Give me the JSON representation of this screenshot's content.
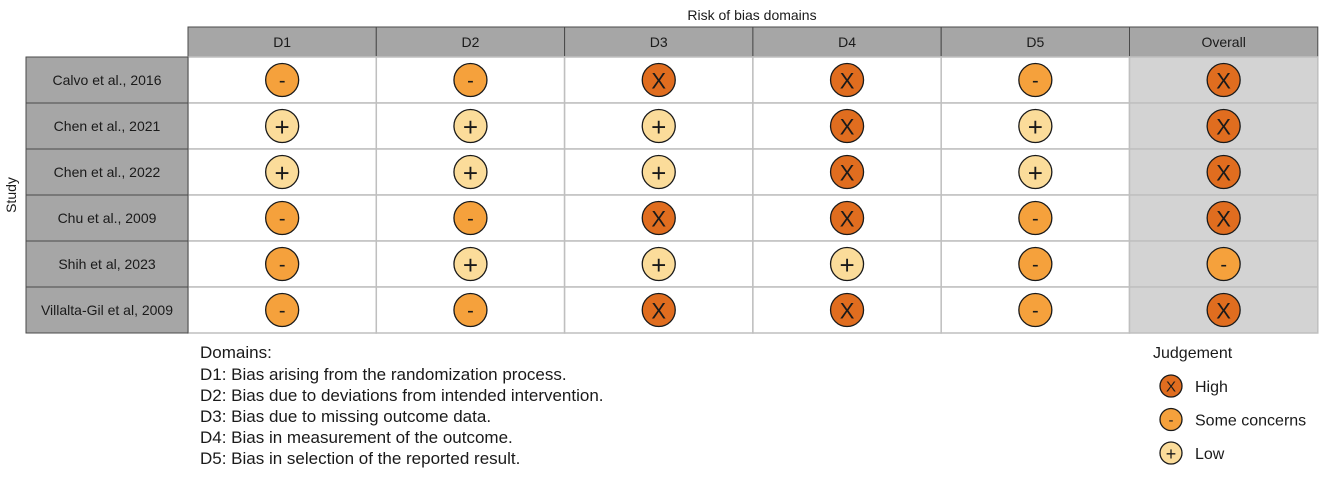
{
  "chart_data": {
    "type": "table",
    "title": "Risk of bias domains",
    "ylabel": "Study",
    "columns": [
      "D1",
      "D2",
      "D3",
      "D4",
      "D5",
      "Overall"
    ],
    "rows": [
      {
        "study": "Calvo et al., 2016",
        "judgements": [
          "some",
          "some",
          "high",
          "high",
          "some",
          "high"
        ]
      },
      {
        "study": "Chen et al., 2021",
        "judgements": [
          "low",
          "low",
          "low",
          "high",
          "low",
          "high"
        ]
      },
      {
        "study": "Chen et al., 2022",
        "judgements": [
          "low",
          "low",
          "low",
          "high",
          "low",
          "high"
        ]
      },
      {
        "study": "Chu et al., 2009",
        "judgements": [
          "some",
          "some",
          "high",
          "high",
          "some",
          "high"
        ]
      },
      {
        "study": "Shih et al, 2023",
        "judgements": [
          "some",
          "low",
          "low",
          "low",
          "some",
          "some"
        ]
      },
      {
        "study": "Villalta-Gil et al, 2009",
        "judgements": [
          "some",
          "some",
          "high",
          "high",
          "some",
          "high"
        ]
      }
    ],
    "domains_title": "Domains:",
    "domains": [
      "D1: Bias arising from the randomization process.",
      "D2: Bias due to deviations from intended intervention.",
      "D3: Bias due to missing outcome data.",
      "D4: Bias in measurement of the outcome.",
      "D5: Bias in selection of the reported result."
    ],
    "legend_title": "Judgement",
    "legend": [
      {
        "key": "high",
        "label": "High",
        "symbol": "X",
        "color": "#e06d1f"
      },
      {
        "key": "some",
        "label": "Some concerns",
        "symbol": "-",
        "color": "#f5a13c"
      },
      {
        "key": "low",
        "label": "Low",
        "symbol": "+",
        "color": "#fbdc9a"
      }
    ]
  }
}
